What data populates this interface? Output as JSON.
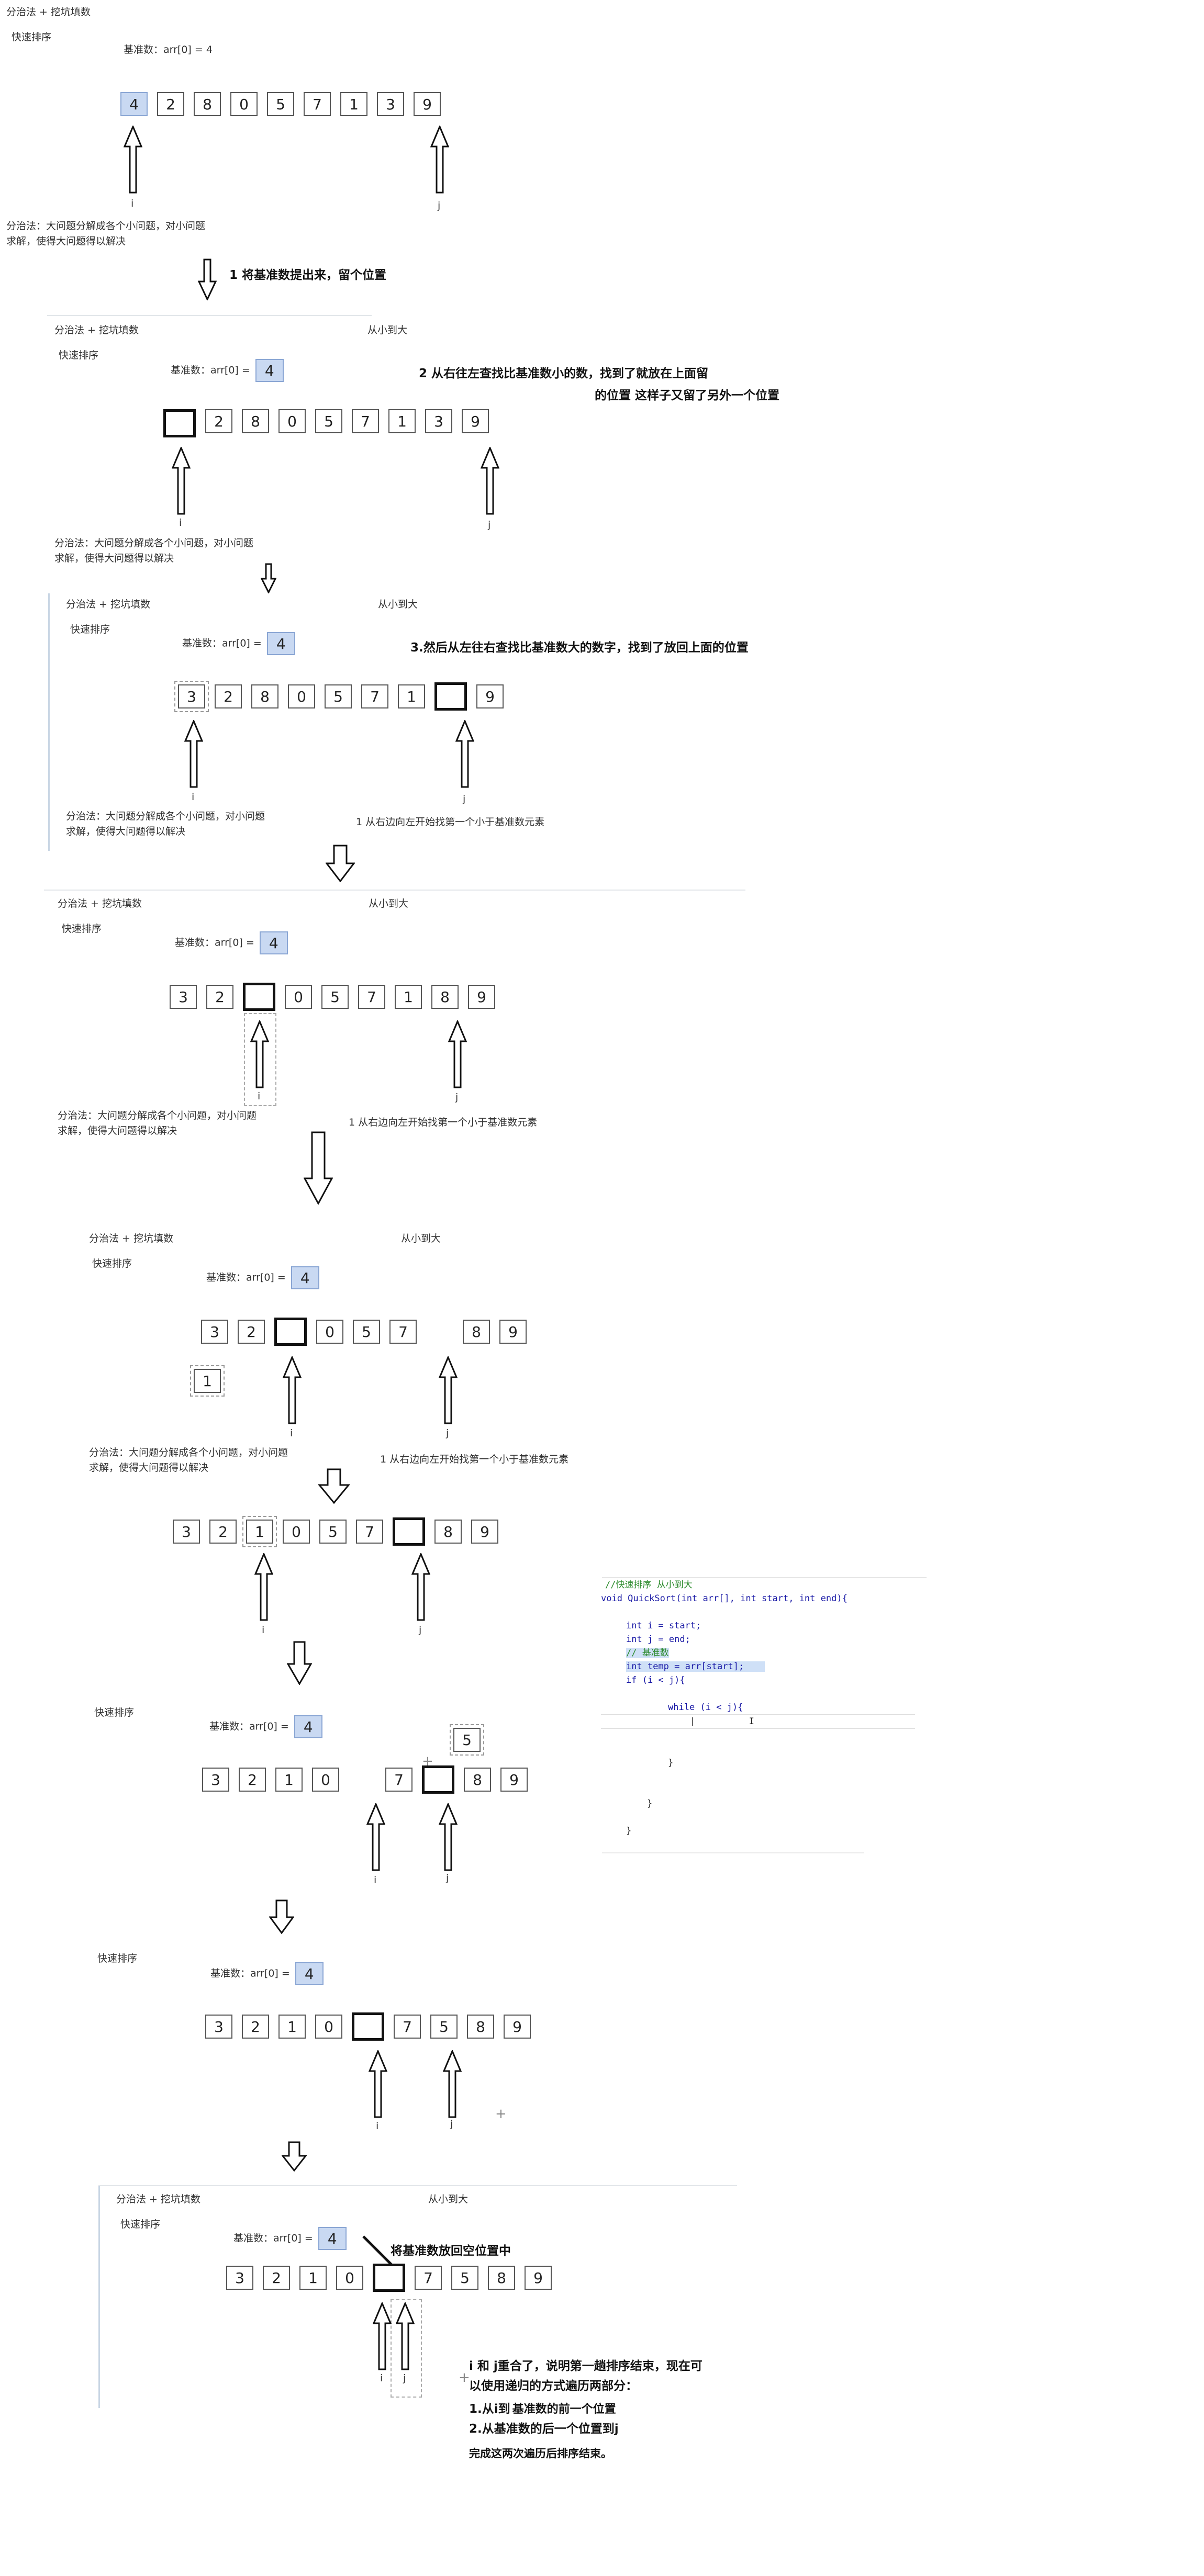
{
  "header": "分治法 + 挖坑填数",
  "order": "从小到大",
  "quicksort": "快速排序",
  "pivot_label": "基准数：arr[0] =",
  "pivot_value": "4",
  "pivot_full": "基准数：arr[0] = 4",
  "divide_note": "分治法：大问题分解成各个小问题，对小问题\n求解，使得大问题得以解决",
  "scan_note": "1 从右边向左开始找第一个小于基准数元素",
  "pointer_i": "i",
  "pointer_j": "j",
  "steps": {
    "s1": "1 将基准数提出来，留个位置",
    "s2a": "2 从右往左查找比基准数小的数，找到了就放在上面留",
    "s2b": "的位置 这样子又留了另外一个位置",
    "s3": "3.然后从左往右查找比基准数大的数字，找到了放回上面的位置",
    "s4": "将基准数放回空位置中",
    "end1": "i 和 j重合了，说明第一趟排序结束，现在可",
    "end2": "以使用递归的方式遍历两部分：",
    "end3a": "1.从i到",
    "end3b": "基准数的前一个位置",
    "end4": "2.从基准数的后一个位置到j",
    "end5": "完成这两次遍历后排序结束。"
  },
  "arrays": {
    "a1": [
      "4",
      "2",
      "8",
      "0",
      "5",
      "7",
      "1",
      "3",
      "9"
    ],
    "a2": [
      "",
      "2",
      "8",
      "0",
      "5",
      "7",
      "1",
      "3",
      "9"
    ],
    "a3": [
      "3",
      "2",
      "8",
      "0",
      "5",
      "7",
      "1",
      "",
      "9"
    ],
    "a4": [
      "3",
      "2",
      "",
      "0",
      "5",
      "7",
      "1",
      "8",
      "9"
    ],
    "a5": [
      "3",
      "2",
      "",
      "0",
      "5",
      "7",
      "",
      "8",
      "9"
    ],
    "a6": [
      "3",
      "2",
      "1",
      "0",
      "5",
      "7",
      "",
      "8",
      "9"
    ],
    "a7": [
      "3",
      "2",
      "1",
      "0",
      "",
      "7",
      "",
      "8",
      "9"
    ],
    "a8": [
      "3",
      "2",
      "1",
      "0",
      "",
      "7",
      "5",
      "8",
      "9"
    ],
    "a9": [
      "3",
      "2",
      "1",
      "0",
      "",
      "7",
      "5",
      "8",
      "9"
    ]
  },
  "floats": {
    "one": "1",
    "five": "5"
  },
  "code": {
    "l0": "//快速排序 从小到大",
    "l1": "void QuickSort(int arr[], int start, int end){",
    "l2": "int i = start;",
    "l3": "int j = end;",
    "l4": "// 基准数",
    "l5": "int temp = arr[start];",
    "l6": "if (i < j){",
    "l7": "while (i < j){",
    "l8": "}",
    "l9": "}",
    "l10": "}"
  },
  "colors": {
    "pivot_fill": "#c9d9f2",
    "comment": "#2b8a2b",
    "keyword": "#1a1aa6"
  },
  "icons": [
    "up-arrow-icon",
    "down-arrow-icon",
    "cursor-icon"
  ]
}
